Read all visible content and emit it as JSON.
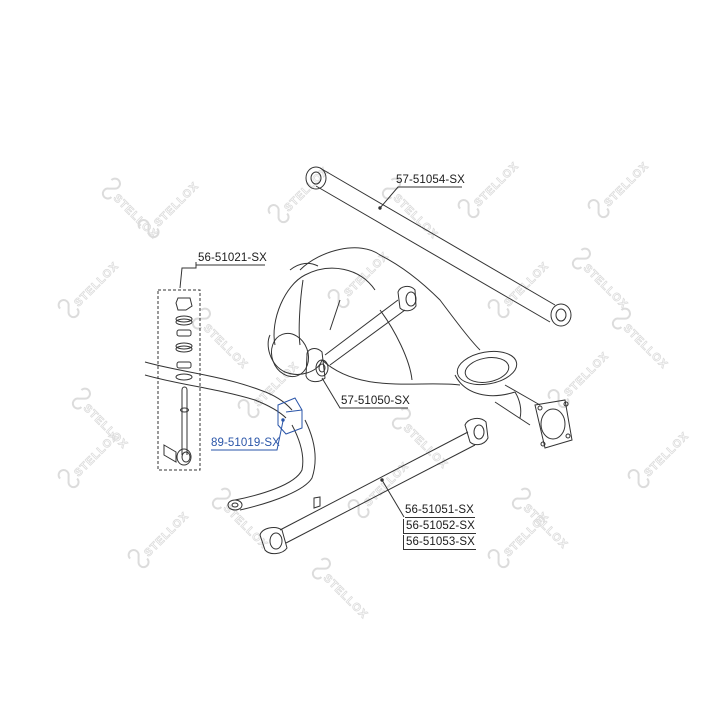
{
  "diagram": {
    "watermark": {
      "brand": "STELLOX",
      "mirror": "XOLLETS",
      "color": "#d8d8d8"
    },
    "colors": {
      "line": "#333333",
      "highlight": "#2a55a8"
    },
    "parts": {
      "upper_link": {
        "label": "57-51054-SX"
      },
      "stabilizer_link_kit": {
        "label": "56-51021-SX"
      },
      "stabilizer_bushing": {
        "label": "89-51019-SX",
        "highlighted": true
      },
      "diff_link": {
        "label": "57-51050-SX"
      },
      "lower_link": {
        "labels": [
          "56-51051-SX",
          "56-51052-SX",
          "56-51053-SX"
        ]
      }
    }
  }
}
